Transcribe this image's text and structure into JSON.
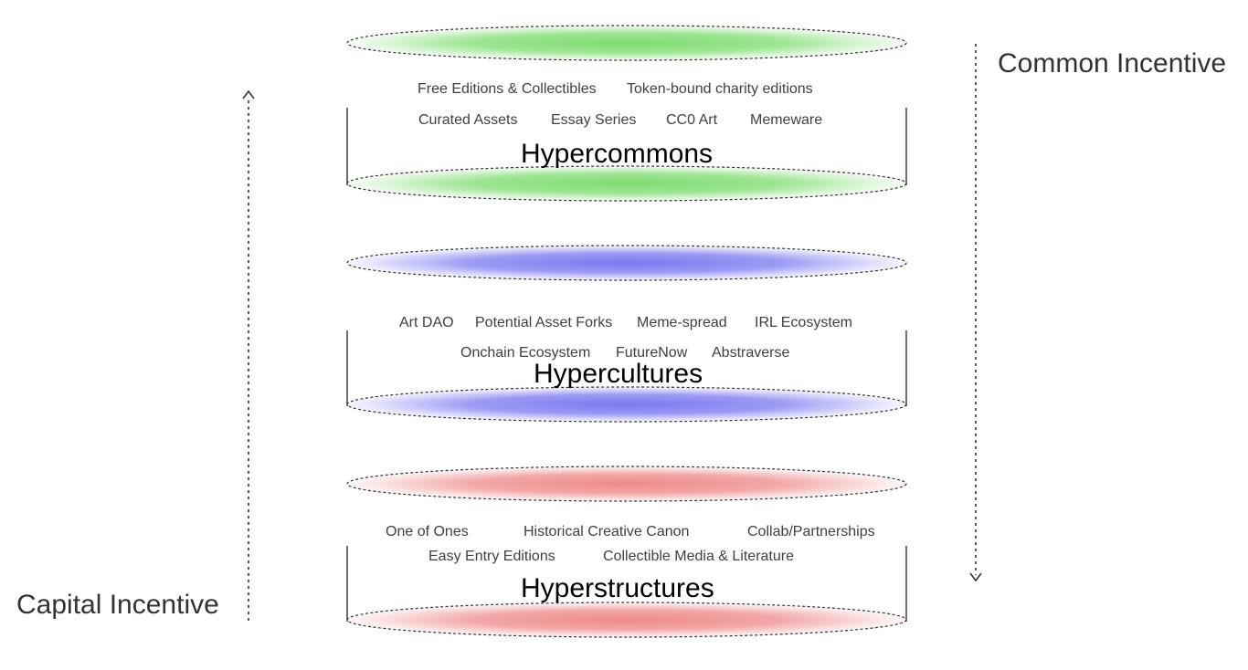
{
  "axes": {
    "common_incentive": "Common Incentive",
    "capital_incentive": "Capital Incentive"
  },
  "layers": [
    {
      "id": "hypercommons",
      "title": "Hypercommons",
      "color": "#7ddc6f",
      "tag_rows": [
        [
          "Free Editions & Collectibles",
          "Token-bound charity editions"
        ],
        [
          "Curated Assets",
          "Essay Series",
          "CC0 Art",
          "Memeware"
        ]
      ]
    },
    {
      "id": "hypercultures",
      "title": "Hypercultures",
      "color": "#7b78f0",
      "tag_rows": [
        [
          "Art DAO",
          "Potential Asset Forks",
          "Meme-spread",
          "IRL Ecosystem"
        ],
        [
          "Onchain Ecosystem",
          "FutureNow",
          "Abstraverse"
        ]
      ]
    },
    {
      "id": "hyperstructures",
      "title": "Hyperstructures",
      "color": "#ee8a8a",
      "tag_rows": [
        [
          "One of Ones",
          "Historical Creative Canon",
          "Collab/Partnerships"
        ],
        [
          "Easy Entry Editions",
          "Collectible Media & Literature"
        ]
      ]
    }
  ]
}
